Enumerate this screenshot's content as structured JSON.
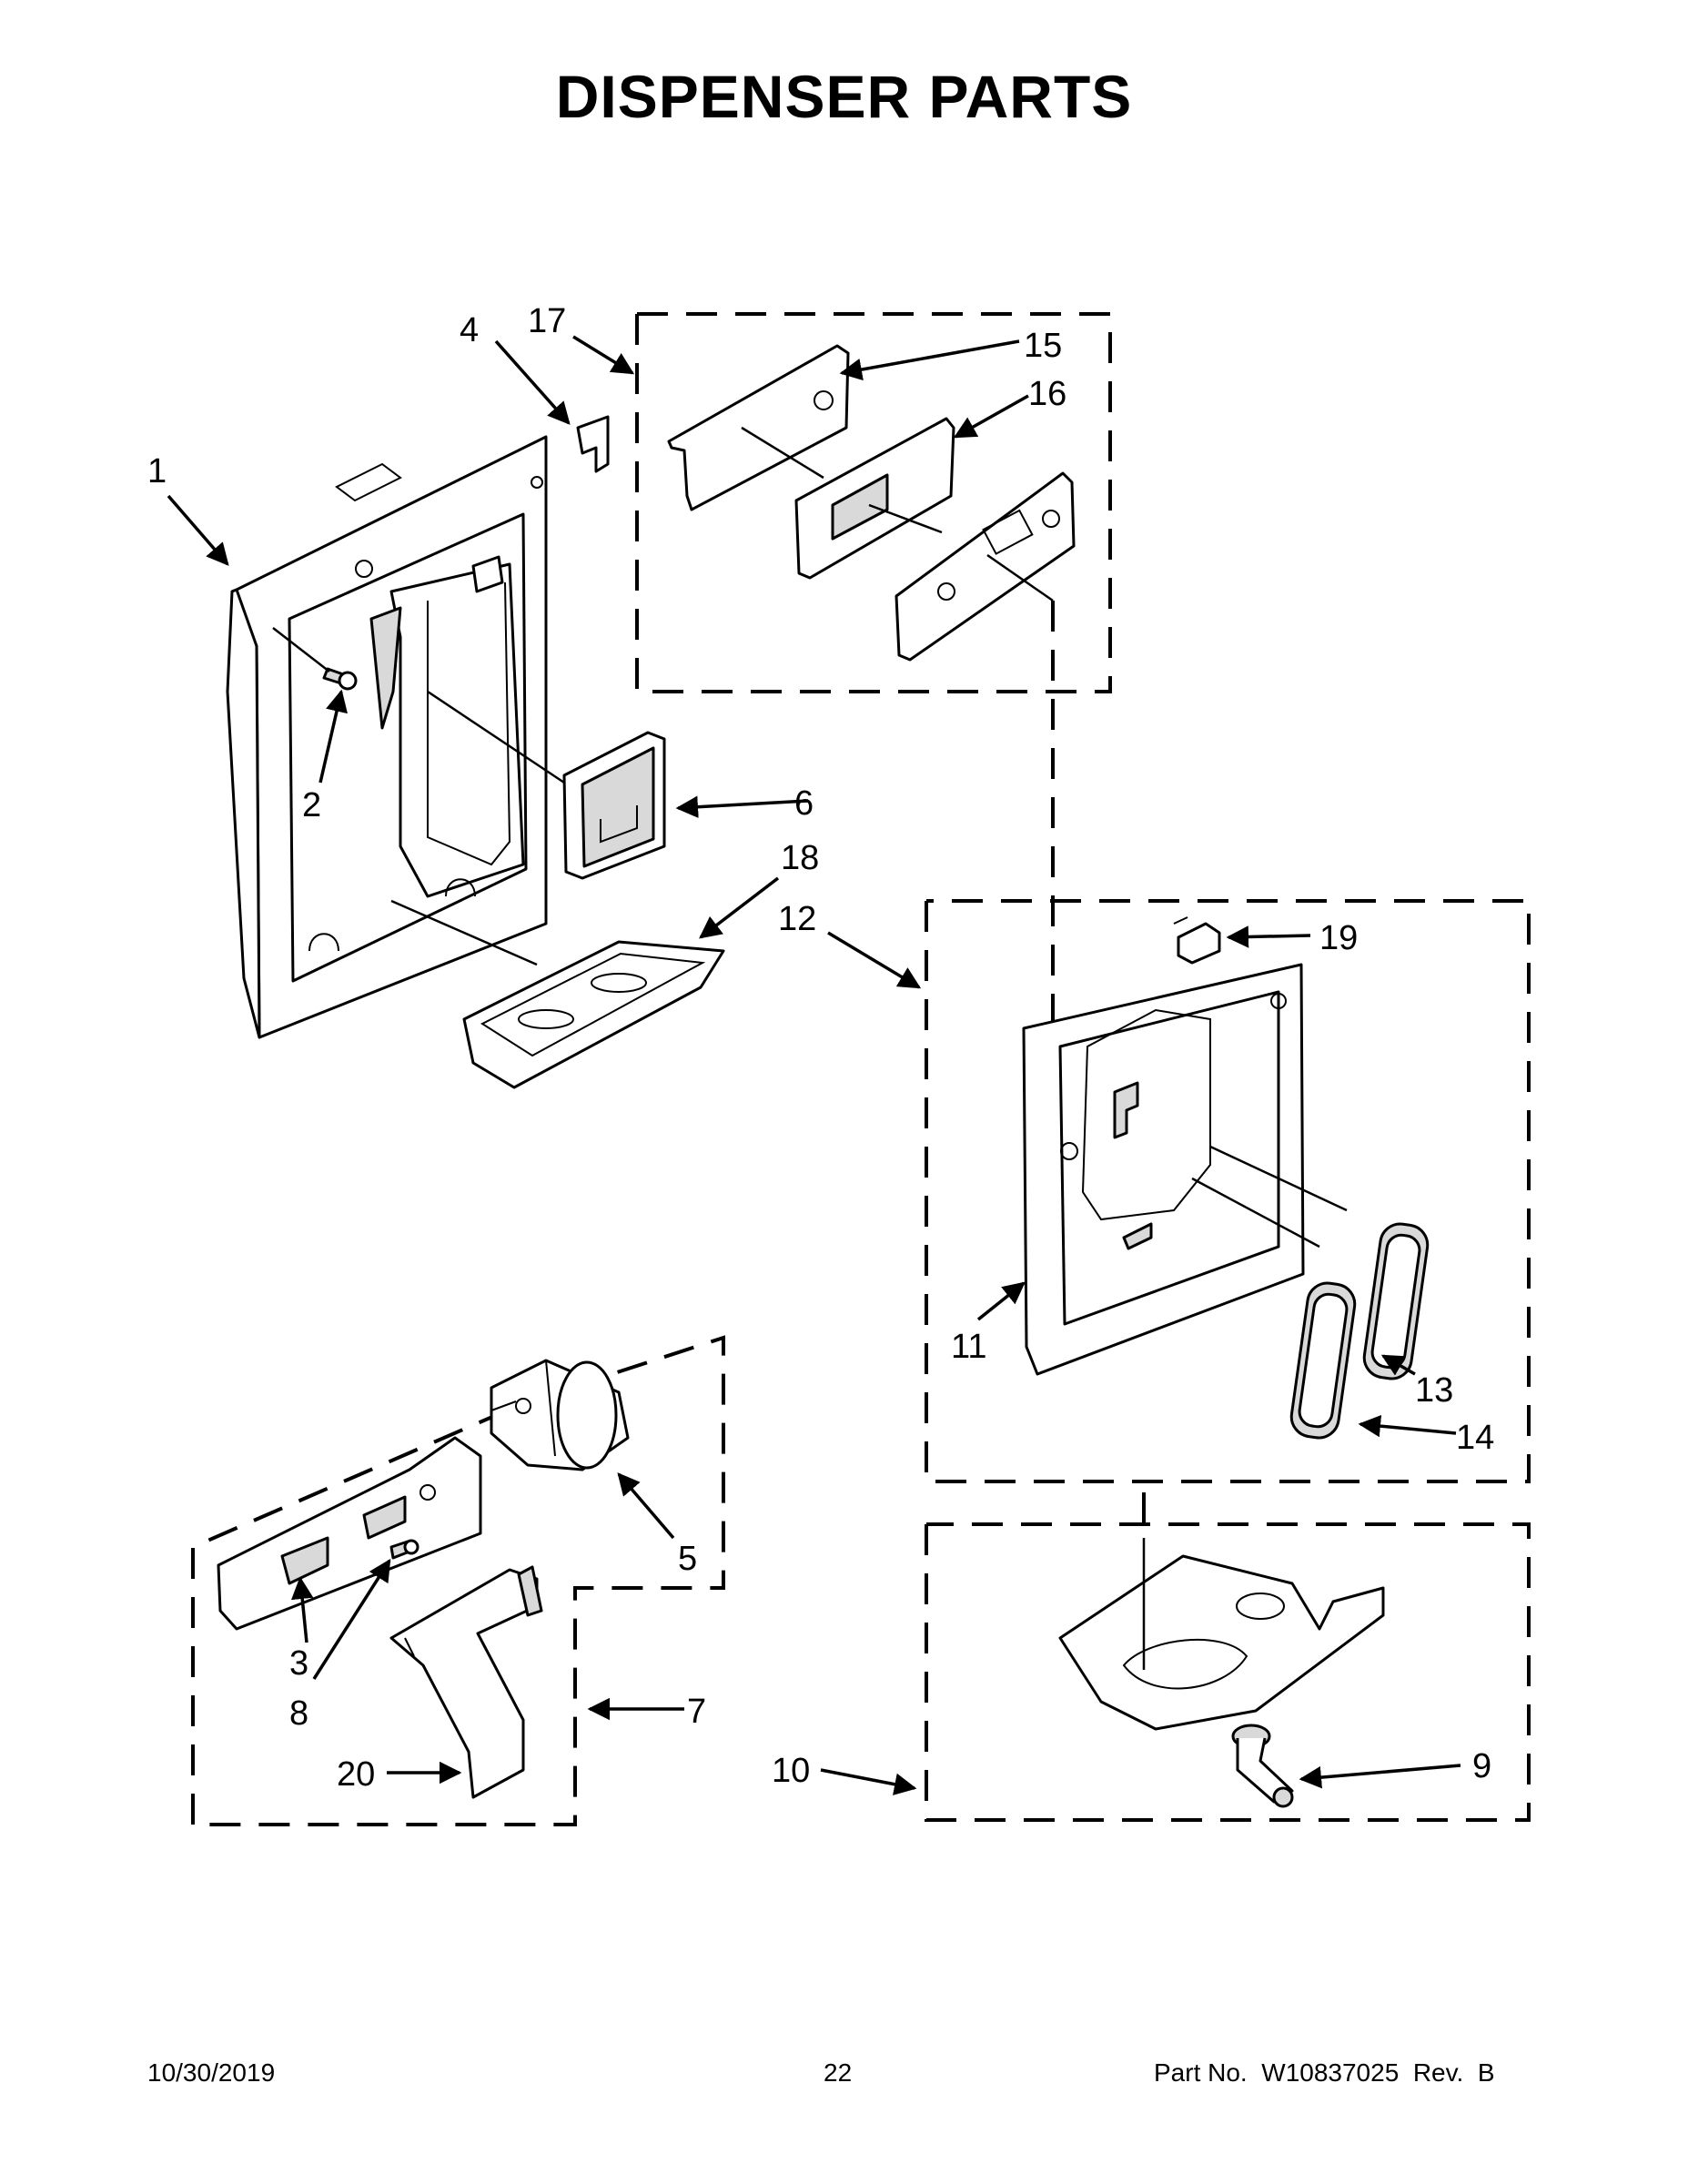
{
  "page": {
    "title": "DISPENSER PARTS",
    "footer": {
      "date": "10/30/2019",
      "page_number": "22",
      "part_number": "Part No.  W10837025  Rev.  B"
    }
  },
  "callouts": [
    "1",
    "2",
    "3",
    "4",
    "5",
    "6",
    "7",
    "8",
    "9",
    "10",
    "11",
    "12",
    "13",
    "14",
    "15",
    "16",
    "17",
    "18",
    "19",
    "20"
  ]
}
